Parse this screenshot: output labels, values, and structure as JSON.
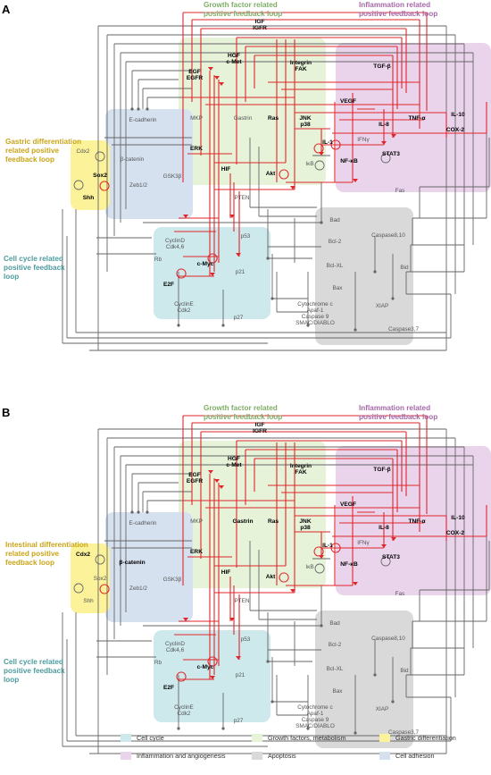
{
  "panels": [
    {
      "letter": "A",
      "loops": {
        "growth": "Growth factor related\npositive feedback loop",
        "inflammation": "Inflammation related\npositive feedback loop",
        "differentiation": "Gastric differentiation\nrelated positive\nfeedback loop",
        "cellcycle": "Cell cycle related\npositive feedback\nloop"
      }
    },
    {
      "letter": "B",
      "loops": {
        "growth": "Growth factor related\npositive feedback loop",
        "inflammation": "Inflammation related\npositive feedback loop",
        "differentiation": "Intestinal differentiation\nrelated positive\nfeedback loop",
        "cellcycle": "Cell cycle related\npositive feedback\nloop"
      }
    }
  ],
  "nodes": [
    {
      "id": "igf",
      "label": "IGF\nIGFR",
      "bold": true
    },
    {
      "id": "hgf",
      "label": "HGF\nc-Met",
      "bold": true
    },
    {
      "id": "egf",
      "label": "EGF\nEGFR",
      "bold": true
    },
    {
      "id": "integrin",
      "label": "Integrin\nFAK",
      "bold": true
    },
    {
      "id": "tgfb",
      "label": "TGF-β",
      "bold": true
    },
    {
      "id": "vegf",
      "label": "VEGF",
      "bold": true
    },
    {
      "id": "il8",
      "label": "IL-8",
      "bold": true
    },
    {
      "id": "tnfa",
      "label": "TNF-α",
      "bold": true
    },
    {
      "id": "il10",
      "label": "IL-10",
      "bold": true
    },
    {
      "id": "cox2",
      "label": "COX-2",
      "bold": true
    },
    {
      "id": "ecad",
      "label": "E-cadherin",
      "bold": false
    },
    {
      "id": "mkp",
      "label": "MKP",
      "bold": false
    },
    {
      "id": "gastrin",
      "label": "Gastrin",
      "bold": false
    },
    {
      "id": "ras",
      "label": "Ras",
      "bold": true
    },
    {
      "id": "jnk",
      "label": "JNK\np38",
      "bold": true
    },
    {
      "id": "il1",
      "label": "IL-1",
      "bold": true
    },
    {
      "id": "ifng",
      "label": "IFNγ",
      "bold": false
    },
    {
      "id": "stat3",
      "label": "STAT3",
      "bold": true
    },
    {
      "id": "erk",
      "label": "ERK",
      "bold": true
    },
    {
      "id": "bcat",
      "label": "β-catenin",
      "bold": false
    },
    {
      "id": "gsk",
      "label": "GSK3β",
      "bold": false
    },
    {
      "id": "zeb",
      "label": "Zeb1/2",
      "bold": false
    },
    {
      "id": "hif",
      "label": "HIF",
      "bold": true
    },
    {
      "id": "akt",
      "label": "Akt",
      "bold": true
    },
    {
      "id": "ikb",
      "label": "IκB",
      "bold": false
    },
    {
      "id": "nfkb",
      "label": "NF-κB",
      "bold": true
    },
    {
      "id": "pten",
      "label": "PTEN",
      "bold": false
    },
    {
      "id": "cdx2",
      "label": "Cdx2",
      "bold": false
    },
    {
      "id": "sox2",
      "label": "Sox2",
      "bold": true
    },
    {
      "id": "shh",
      "label": "Shh",
      "bold": true
    },
    {
      "id": "fas",
      "label": "Fas",
      "bold": false
    },
    {
      "id": "bad",
      "label": "Bad",
      "bold": false
    },
    {
      "id": "bcl2",
      "label": "Bcl-2",
      "bold": false
    },
    {
      "id": "casp810",
      "label": "Caspase8,10",
      "bold": false
    },
    {
      "id": "bclxl",
      "label": "Bcl-XL",
      "bold": false
    },
    {
      "id": "bid",
      "label": "Bid",
      "bold": false
    },
    {
      "id": "bax",
      "label": "Bax",
      "bold": false
    },
    {
      "id": "cyclind",
      "label": "CyclinD\nCdk4,6",
      "bold": false
    },
    {
      "id": "rb",
      "label": "Rb",
      "bold": false
    },
    {
      "id": "p53",
      "label": "p53",
      "bold": false
    },
    {
      "id": "cmyc",
      "label": "c-Myc",
      "bold": true
    },
    {
      "id": "e2f",
      "label": "E2F",
      "bold": true
    },
    {
      "id": "p21",
      "label": "p21",
      "bold": false
    },
    {
      "id": "xiap",
      "label": "XIAP",
      "bold": false
    },
    {
      "id": "cyclone",
      "label": "CyclinE\nCdk2",
      "bold": false
    },
    {
      "id": "cytc",
      "label": "Cytochrome c\nApaf-1\nCaspase 9\nSMAC/DIABLO",
      "bold": false
    },
    {
      "id": "casp37",
      "label": "Caspase3,7",
      "bold": false
    },
    {
      "id": "p27",
      "label": "p27",
      "bold": false
    }
  ],
  "panel_b_bold_overrides": [
    "cdx2",
    "bcat",
    "gastrin"
  ],
  "panel_b_plain_overrides": [
    "sox2",
    "shh"
  ],
  "legend": [
    {
      "label": "Cell cycle",
      "color": "#cde9ec"
    },
    {
      "label": "Growth factors, metabolism",
      "color": "#e6f3d9"
    },
    {
      "label": "Gastric differentiation",
      "color": "#fbf29a"
    },
    {
      "label": "Inflammation and angiogenesis",
      "color": "#ead4ec"
    },
    {
      "label": "Apoptosis",
      "color": "#d9d9d9"
    },
    {
      "label": "Cell adhesion",
      "color": "#d5e1ef"
    }
  ],
  "colors": {
    "growth_title": "#7fae68",
    "inflammation_title": "#a468a8",
    "differentiation_title": "#c9a417",
    "cellcycle_title": "#4e9b9e",
    "edge_gray": "#666666",
    "edge_red": "#e0262a"
  }
}
